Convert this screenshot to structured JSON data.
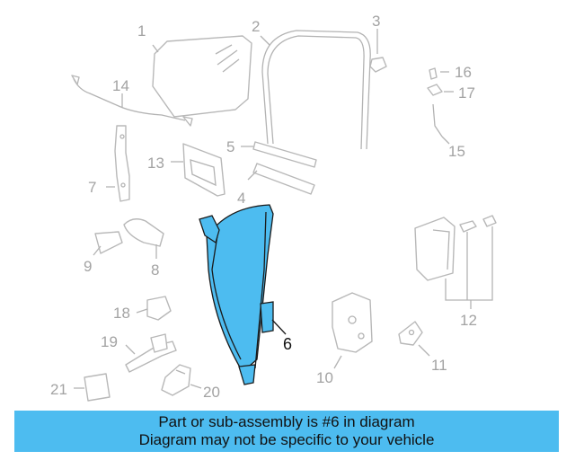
{
  "callouts": {
    "n1": "1",
    "n2": "2",
    "n3": "3",
    "n4": "4",
    "n5": "5",
    "n6": "6",
    "n7": "7",
    "n8": "8",
    "n9": "9",
    "n10": "10",
    "n11": "11",
    "n12": "12",
    "n13": "13",
    "n14": "14",
    "n15": "15",
    "n16": "16",
    "n17": "17",
    "n18": "18",
    "n19": "19",
    "n20": "20",
    "n21": "21"
  },
  "highlight": {
    "part": "6",
    "fill_color": "#4dbcf0"
  },
  "banner": {
    "line1": "Part or sub-assembly is #6 in diagram",
    "line2": "Diagram may not be specific to your vehicle",
    "color": "#4dbcf0"
  }
}
